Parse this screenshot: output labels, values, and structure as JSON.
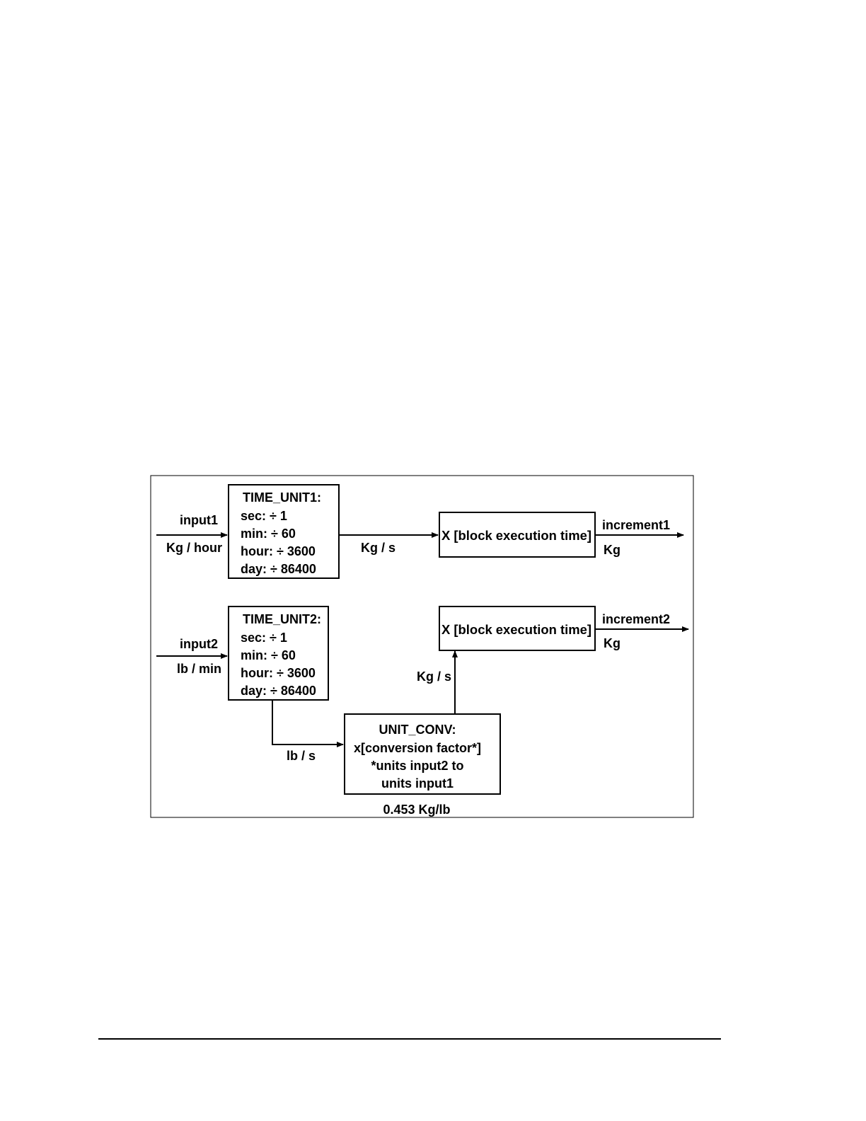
{
  "diagram": {
    "time_unit1": {
      "title": "TIME_UNIT1:",
      "lines": [
        "sec:  ÷ 1",
        "min:  ÷ 60",
        "hour:  ÷ 3600",
        "day:  ÷ 86400"
      ]
    },
    "time_unit2": {
      "title": "TIME_UNIT2:",
      "lines": [
        "sec:  ÷ 1",
        "min:  ÷ 60",
        "hour:  ÷ 3600",
        "day:  ÷ 86400"
      ]
    },
    "exec_block1": {
      "label": "X [block execution time]"
    },
    "exec_block2": {
      "label": "X [block execution time]"
    },
    "unit_conv": {
      "title": "UNIT_CONV:",
      "lines": [
        "x[conversion factor*]",
        "*units input2 to",
        "units input1"
      ],
      "factor": "0.453 Kg/lb"
    },
    "input1": {
      "name": "input1",
      "unit": "Kg / hour"
    },
    "input2": {
      "name": "input2",
      "unit": "lb / min"
    },
    "signal1": "Kg / s",
    "signal_lb": "lb / s",
    "signal_kg2": "Kg / s",
    "output1": {
      "name": "increment1",
      "unit": "Kg"
    },
    "output2": {
      "name": "increment2",
      "unit": "Kg"
    }
  }
}
